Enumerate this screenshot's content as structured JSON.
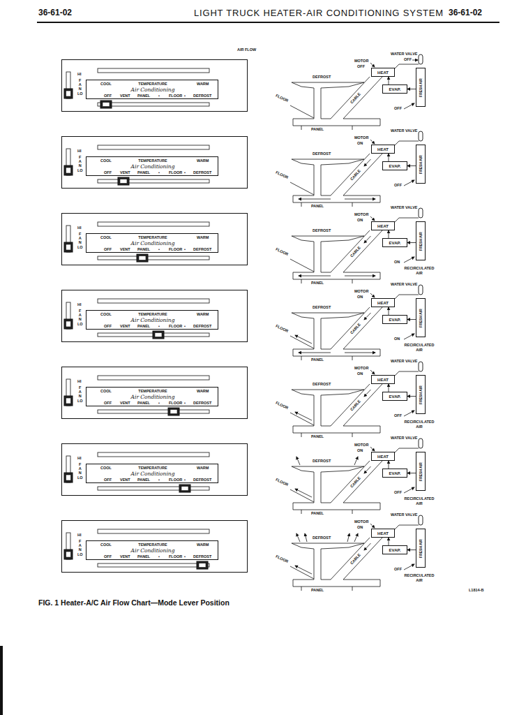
{
  "diagram": {
    "title": "LIGHT TRUCK HEATER-AIR CONDITIONING SYSTEM",
    "caption": "FIG. 1 Heater-A/C Air Flow Chart—Mode Lever Position",
    "nodes": [
      {
        "text": [
          "HI",
          "FAN",
          "LO"
        ]
      },
      {
        "text": [
          "COOL",
          "TEMPERATURE",
          "WARM",
          "Air Conditioning",
          "OFF",
          "VENT",
          "PANEL",
          "•",
          "FLOOR",
          "•",
          "DEFROST"
        ],
        "in": 0
      },
      {
        "text": [
          "HEAT"
        ]
      },
      {
        "text": [
          "EVAP."
        ]
      },
      {
        "text": [
          "FRESH AIR"
        ]
      },
      {
        "text": [
          "HI",
          "FAN",
          "LO"
        ]
      },
      {
        "text": [
          "COOL",
          "TEMPERATURE",
          "WARM",
          "Air Conditioning",
          "OFF",
          "VENT",
          "PANEL",
          "•",
          "FLOOR",
          "•",
          "DEFROST"
        ],
        "in": 5
      },
      {
        "text": [
          "HEAT"
        ]
      },
      {
        "text": [
          "EVAP."
        ]
      },
      {
        "text": [
          "FRESH AIR"
        ]
      },
      {
        "text": [
          "HI",
          "FAN",
          "LO"
        ]
      },
      {
        "text": [
          "COOL",
          "TEMPERATURE",
          "WARM",
          "Air Conditioning",
          "OFF",
          "VENT",
          "PANEL",
          "•",
          "FLOOR",
          "•",
          "DEFROST"
        ],
        "in": 10
      },
      {
        "text": [
          "HEAT"
        ]
      },
      {
        "text": [
          "EVAP."
        ]
      },
      {
        "text": [
          "FRESH AIR"
        ]
      },
      {
        "text": [
          "HI",
          "FAN",
          "LO"
        ]
      },
      {
        "text": [
          "COOL",
          "TEMPERATURE",
          "WARM",
          "Air Conditioning",
          "OFF",
          "VENT",
          "PANEL",
          "•",
          "FLOOR",
          "•",
          "DEFROST"
        ],
        "in": 15
      },
      {
        "text": [
          "HEAT"
        ]
      },
      {
        "text": [
          "EVAP."
        ]
      },
      {
        "text": [
          "FRESH AIR"
        ]
      },
      {
        "text": [
          "HI",
          "FAN",
          "LO"
        ]
      },
      {
        "text": [
          "COOL",
          "TEMPERATURE",
          "WARM",
          "Air Conditioning",
          "OFF",
          "VENT",
          "PANEL",
          "•",
          "FLOOR",
          "•",
          "DEFROST"
        ],
        "in": 20
      },
      {
        "text": [
          "HEAT"
        ]
      },
      {
        "text": [
          "EVAP."
        ]
      },
      {
        "text": [
          "FRESH AIR"
        ]
      },
      {
        "text": [
          "HI",
          "FAN",
          "LO"
        ]
      },
      {
        "text": [
          "COOL",
          "TEMPERATURE",
          "WARM",
          "Air Conditioning",
          "OFF",
          "VENT",
          "PANEL",
          "•",
          "FLOOR",
          "•",
          "DEFROST"
        ],
        "in": 25
      },
      {
        "text": [
          "HEAT"
        ]
      },
      {
        "text": [
          "EVAP."
        ]
      },
      {
        "text": [
          "FRESH AIR"
        ]
      },
      {
        "text": [
          "HI",
          "FAN",
          "LO"
        ]
      },
      {
        "text": [
          "COOL",
          "TEMPERATURE",
          "WARM",
          "Air Conditioning",
          "OFF",
          "VENT",
          "PANEL",
          "•",
          "FLOOR",
          "•",
          "DEFROST"
        ],
        "in": 30
      },
      {
        "text": [
          "HEAT"
        ]
      },
      {
        "text": [
          "EVAP."
        ]
      },
      {
        "text": [
          "FRESH AIR"
        ]
      }
    ],
    "edges": [
      {
        "from": 4,
        "to": 3,
        "arrow": "to"
      },
      {
        "from": 3,
        "to": 2,
        "arrow": "to"
      },
      {
        "from": 9,
        "to": 8,
        "arrow": "to"
      },
      {
        "from": 8,
        "to": 7,
        "arrow": "to"
      },
      {
        "from": 14,
        "to": 13,
        "arrow": "to"
      },
      {
        "from": 13,
        "to": 12,
        "arrow": "to"
      },
      {
        "from": 19,
        "to": 18,
        "arrow": "to"
      },
      {
        "from": 18,
        "to": 17,
        "arrow": "to"
      },
      {
        "from": 24,
        "to": 23,
        "arrow": "to"
      },
      {
        "from": 23,
        "to": 22,
        "arrow": "to"
      },
      {
        "from": 29,
        "to": 28,
        "arrow": "to"
      },
      {
        "from": 28,
        "to": 27,
        "arrow": "to"
      },
      {
        "from": 34,
        "to": 33,
        "arrow": "to"
      },
      {
        "from": 33,
        "to": 32,
        "arrow": "to"
      }
    ],
    "labels": [
      "36-61-02",
      "36-61-02",
      "AIR FLOW",
      "WATER VALVE",
      "MOTOR",
      "OFF",
      "OFF",
      "DEFROST",
      "CABLE",
      "FLOOR",
      "PANEL",
      "OFF",
      "WATER VALVE",
      "MOTOR",
      "ON",
      "DEFROST",
      "CABLE",
      "FLOOR",
      "PANEL",
      "OFF",
      "WATER VALVE",
      "MOTOR",
      "ON",
      "DEFROST",
      "CABLE",
      "FLOOR",
      "PANEL",
      "ON",
      "RECIRCULATED AIR",
      "WATER VALVE",
      "MOTOR",
      "ON",
      "DEFROST",
      "CABLE",
      "FLOOR",
      "PANEL",
      "ON",
      "RECIRCULATED AIR",
      "WATER VALVE",
      "MOTOR",
      "ON",
      "DEFROST",
      "CABLE",
      "FLOOR",
      "PANEL",
      "OFF",
      "RECIRCULATED AIR",
      "WATER VALVE",
      "MOTOR",
      "ON",
      "DEFROST",
      "CABLE",
      "FLOOR",
      "PANEL",
      "OFF",
      "RECIRCULATED AIR",
      "WATER VALVE",
      "MOTOR",
      "ON",
      "DEFROST",
      "CABLE",
      "FLOOR",
      "PANEL",
      "OFF",
      "RECIRCULATED AIR",
      "L1814-B"
    ]
  }
}
